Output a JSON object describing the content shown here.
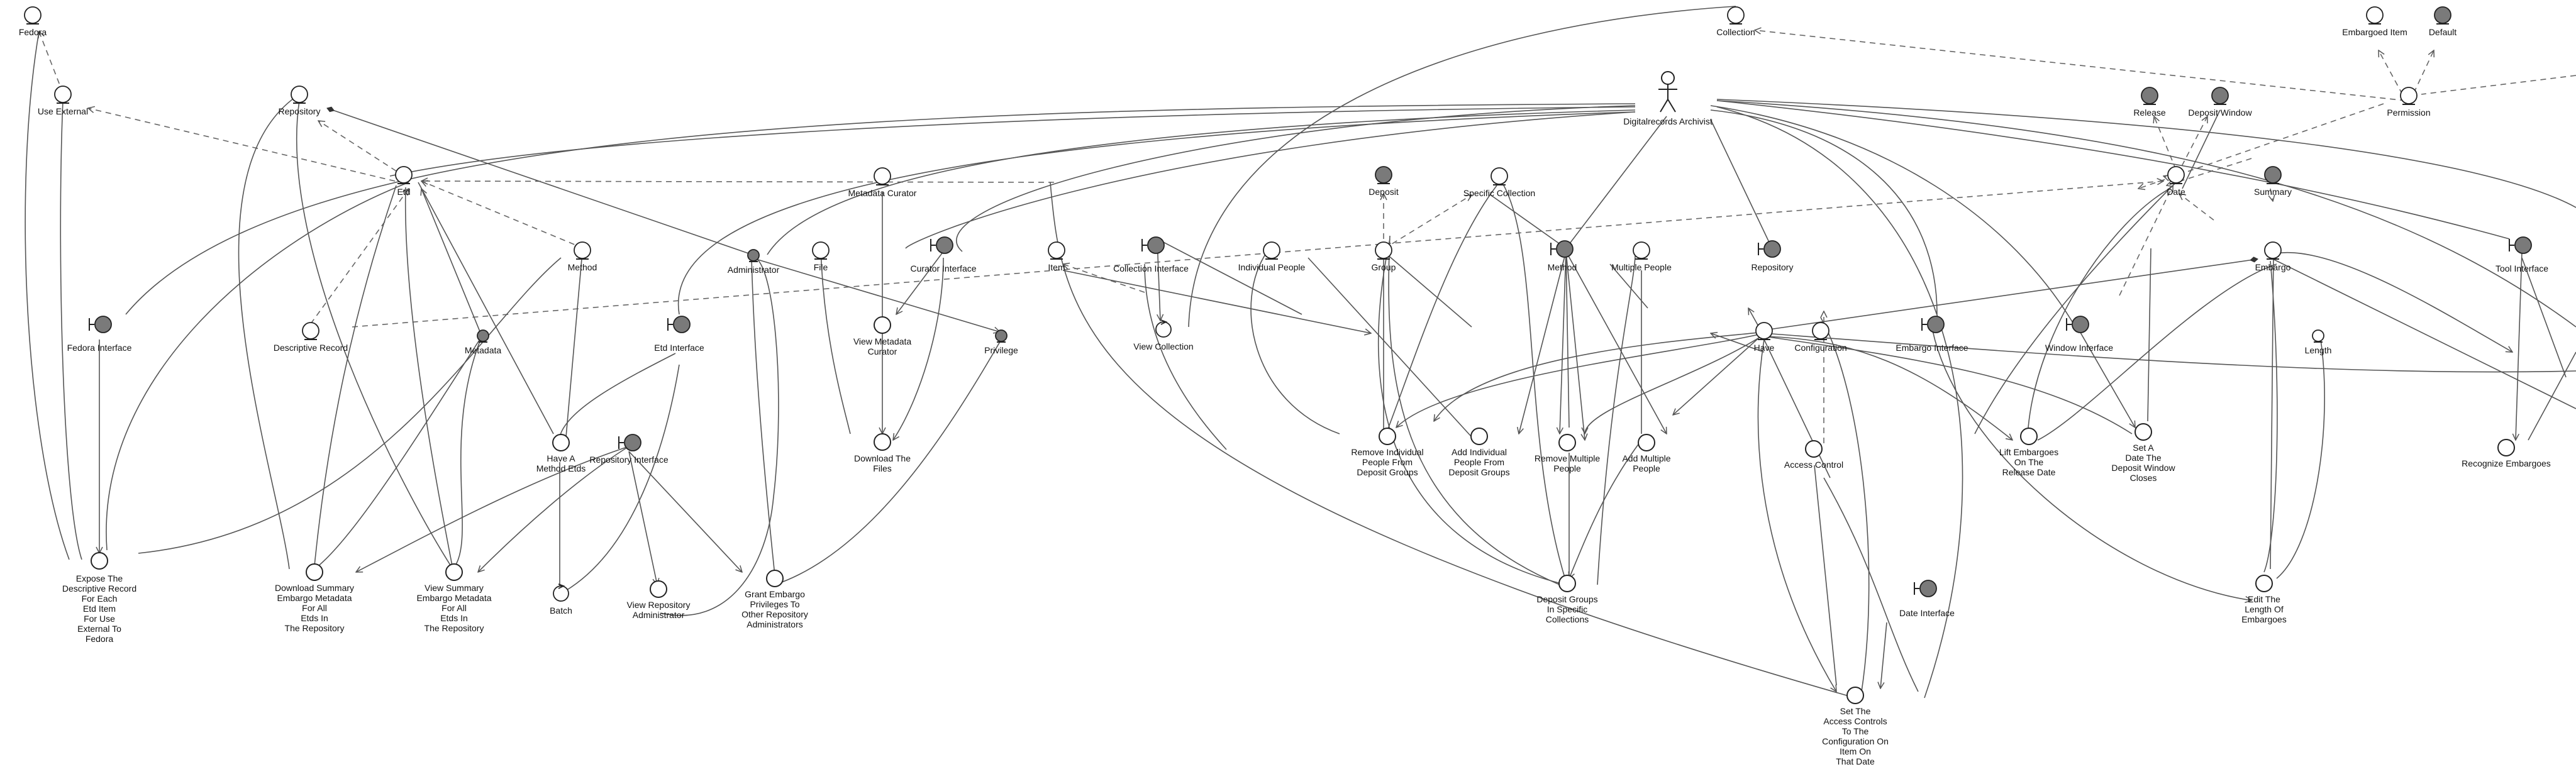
{
  "diagram": {
    "actor": {
      "label": "Digitalrecords Archivist"
    },
    "entities": {
      "fedora": "Fedora",
      "use_external": "Use External",
      "repository": "Repository",
      "etd": "Etd",
      "method": "Method",
      "metadata_curator": "Metadata Curator",
      "deposit": "Deposit",
      "specific_collection": "Specific Collection",
      "collection": "Collection",
      "file": "File",
      "item": "Item",
      "individual_people": "Individual People",
      "group": "Group",
      "method_b": "Method",
      "multiple_people": "Multiple People",
      "repository_b": "Repository",
      "have": "Have",
      "configuration": "Configuration",
      "date": "Date",
      "summary": "Summary",
      "embargo": "Embargo",
      "length": "Length",
      "release": "Release",
      "deposit_window": "Deposit Window",
      "embargoed_item": "Embargoed Item",
      "default": "Default",
      "permission": "Permission",
      "descriptive_record": "Descriptive Record",
      "metadata": "Metadata",
      "administrator": "Administrator",
      "privilege": "Privilege",
      "view_collection": "View Collection",
      "batch": "Batch"
    },
    "boundaries": {
      "fedora_interface": "Fedora Interface",
      "etd_interface": "Etd Interface",
      "repository_interface": "Repository Interface",
      "curator_interface": "Curator Interface",
      "collection_interface": "Collection Interface",
      "embargo_interface": "Embargo Interface",
      "window_interface": "Window Interface",
      "tool_interface": "Tool Interface",
      "date_interface": "Date Interface"
    },
    "usecases": {
      "expose_record": [
        "Expose The",
        "Descriptive Record",
        "For Each",
        "Etd Item",
        "For Use",
        "External To",
        "Fedora"
      ],
      "download_summary": [
        "Download Summary",
        "Embargo Metadata",
        "For All",
        "Etds In",
        "The Repository"
      ],
      "view_summary": [
        "View Summary",
        "Embargo Metadata",
        "For All",
        "Etds In",
        "The Repository"
      ],
      "have_method": [
        "Have A",
        "Method Etds"
      ],
      "view_repo_admin": [
        "View Repository",
        "Administrator"
      ],
      "grant_embargo": [
        "Grant Embargo",
        "Privileges To",
        "Other Repository",
        "Administrators"
      ],
      "view_metadata_curator": [
        "View Metadata",
        "Curator"
      ],
      "download_files": [
        "Download The",
        "Files"
      ],
      "remove_individual": [
        "Remove Individual",
        "People From",
        "Deposit Groups"
      ],
      "add_individual": [
        "Add Individual",
        "People From",
        "Deposit Groups"
      ],
      "remove_multiple": [
        "Remove Multiple",
        "People"
      ],
      "add_multiple": [
        "Add Multiple",
        "People"
      ],
      "deposit_groups": [
        "Deposit Groups",
        "In Specific",
        "Collections"
      ],
      "access_control": [
        "Access Control"
      ],
      "lift_embargoes": [
        "Lift Embargoes",
        "On The",
        "Release Date"
      ],
      "set_date_window": [
        "Set A",
        "Date The",
        "Deposit Window",
        "Closes"
      ],
      "edit_length": [
        "Edit The",
        "Length Of",
        "Embargoes"
      ],
      "set_access_controls": [
        "Set The",
        "Access Controls",
        "To The",
        "Configuration On",
        "Item On",
        "That Date"
      ],
      "recognize_embargoes": [
        "Recognize Embargoes"
      ]
    }
  }
}
